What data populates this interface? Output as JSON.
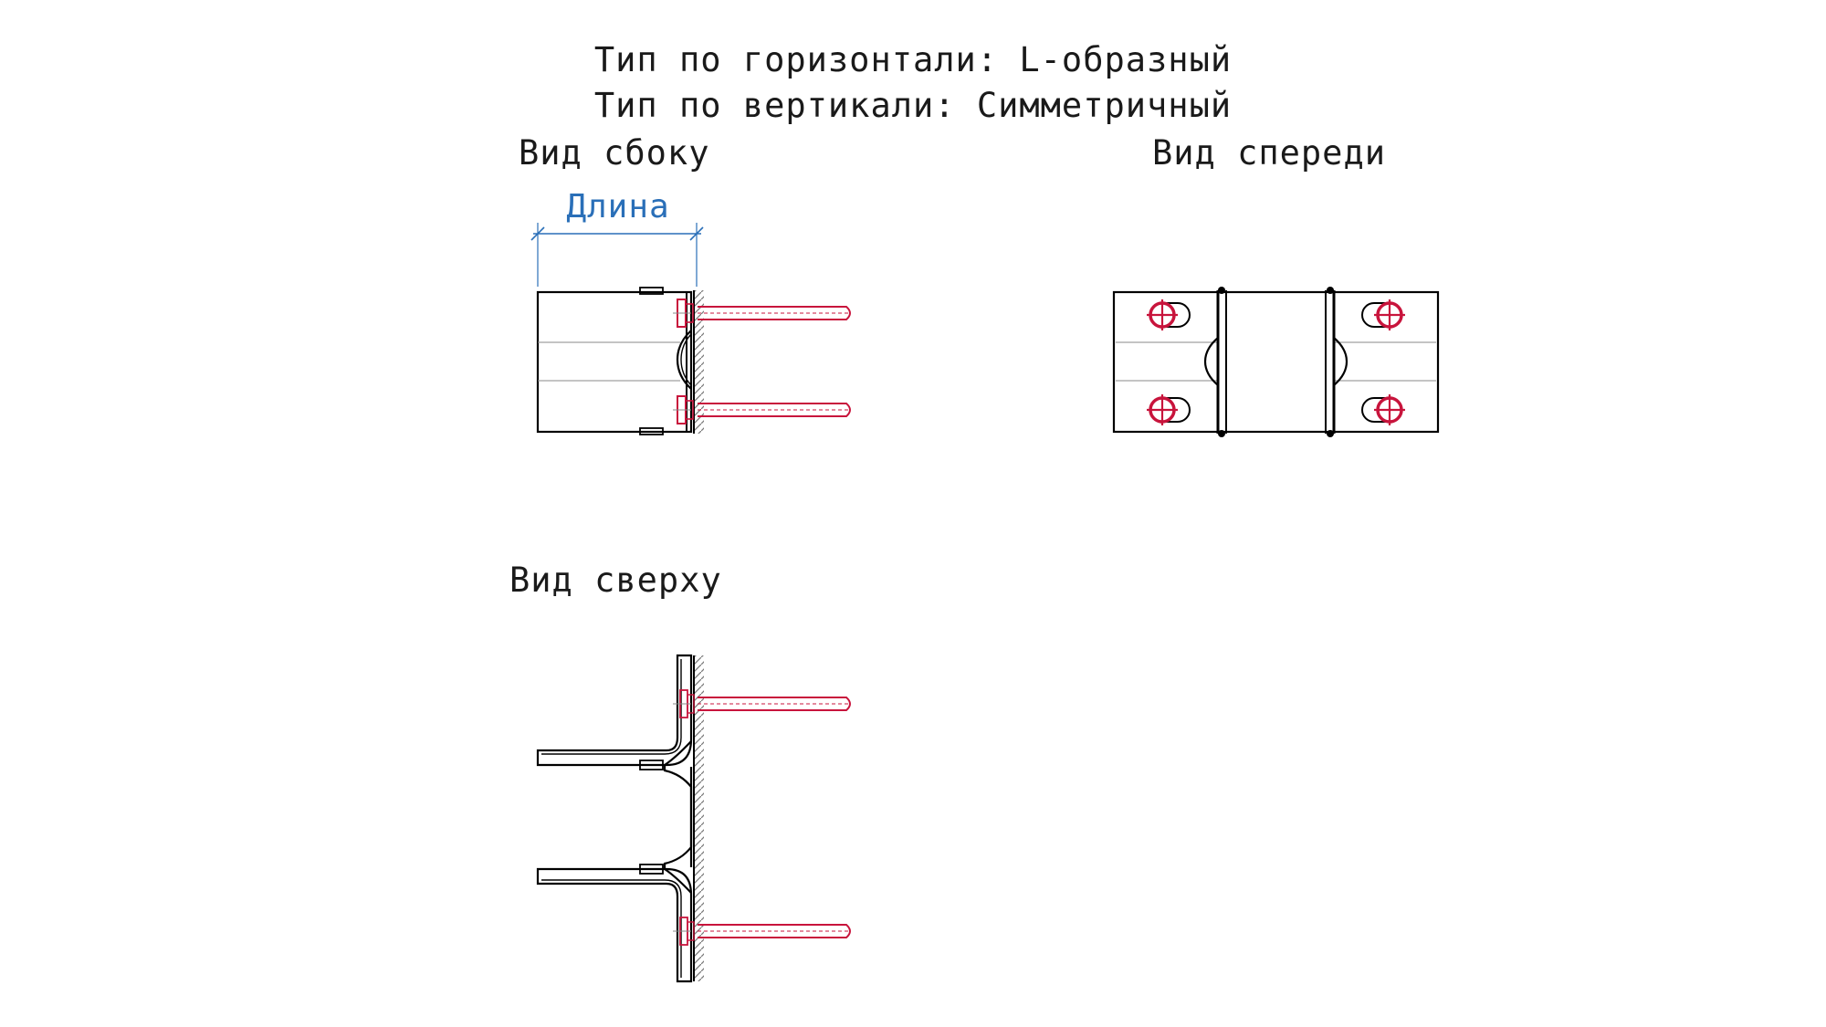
{
  "title": {
    "line1": "Тип по горизонтали: L-образный",
    "line2": "Тип по вертикали: Симметричный"
  },
  "views": {
    "side": "Вид сбоку",
    "front": "Вид спереди",
    "top": "Вид сверху"
  },
  "dimension": {
    "length_label": "Длина"
  },
  "colors": {
    "outline": "#000000",
    "anchor": "#c8143c",
    "dimension": "#2a6fb8",
    "hatch": "#7a7a7a"
  }
}
